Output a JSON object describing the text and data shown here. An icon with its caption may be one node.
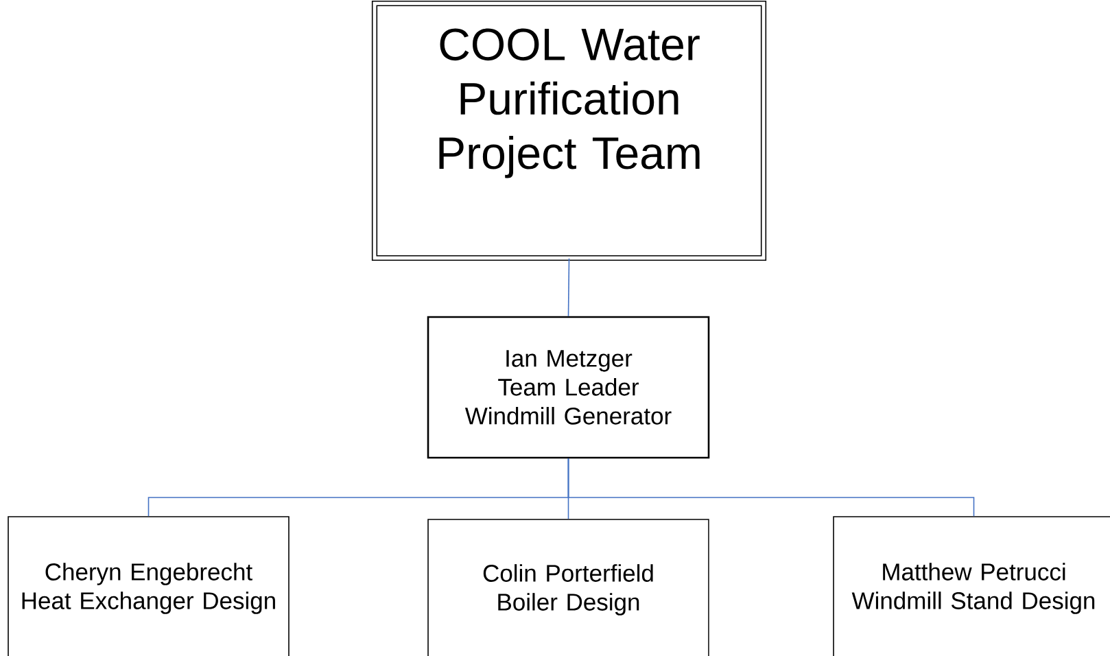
{
  "diagram": {
    "nodes": [
      {
        "text": [
          "COOL Water Purification Project Team"
        ]
      },
      {
        "text": [
          "Ian Metzger",
          "Team Leader",
          "Windmill Generator"
        ]
      },
      {
        "text": [
          "Cheryn Engebrecht",
          "Heat Exchanger Design"
        ]
      },
      {
        "text": [
          "Colin Porterfield",
          "Boiler Design"
        ]
      },
      {
        "text": [
          "Matthew Petrucci",
          "Windmill Stand Design"
        ]
      }
    ],
    "edges": [
      {
        "from": 0,
        "to": 1,
        "arrow": "none"
      },
      {
        "from": 1,
        "to": 2,
        "arrow": "none"
      },
      {
        "from": 1,
        "to": 3,
        "arrow": "none"
      },
      {
        "from": 1,
        "to": 4,
        "arrow": "none"
      }
    ]
  }
}
